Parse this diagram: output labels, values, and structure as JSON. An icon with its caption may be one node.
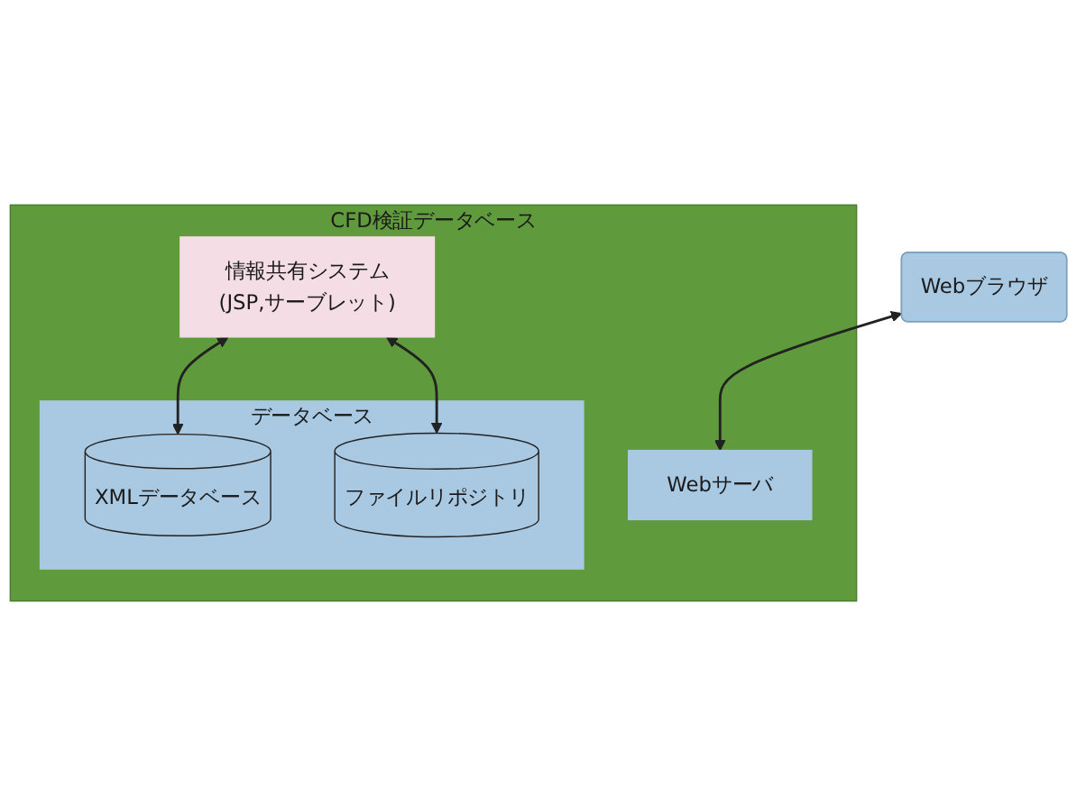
{
  "diagram": {
    "nodes": [
      {
        "text": [
          "Webブラウザ"
        ]
      },
      {
        "text": [
          "CFD検証データベース"
        ]
      },
      {
        "text": [
          "Webサーバ"
        ],
        "in": 1
      },
      {
        "text": [
          "情報共有システム",
          "(JSP,サーブレット)"
        ],
        "in": 1
      },
      {
        "text": [
          "データベース"
        ],
        "in": 1
      },
      {
        "text": [
          "XMLデータベース"
        ],
        "in": 4
      },
      {
        "text": [
          "ファイルリポジトリ"
        ],
        "in": 4
      }
    ],
    "edges": [
      {
        "from": 0,
        "to": 2,
        "arrow": "both"
      },
      {
        "from": 3,
        "to": 5,
        "arrow": "both"
      },
      {
        "from": 3,
        "to": 6,
        "arrow": "both"
      }
    ]
  }
}
